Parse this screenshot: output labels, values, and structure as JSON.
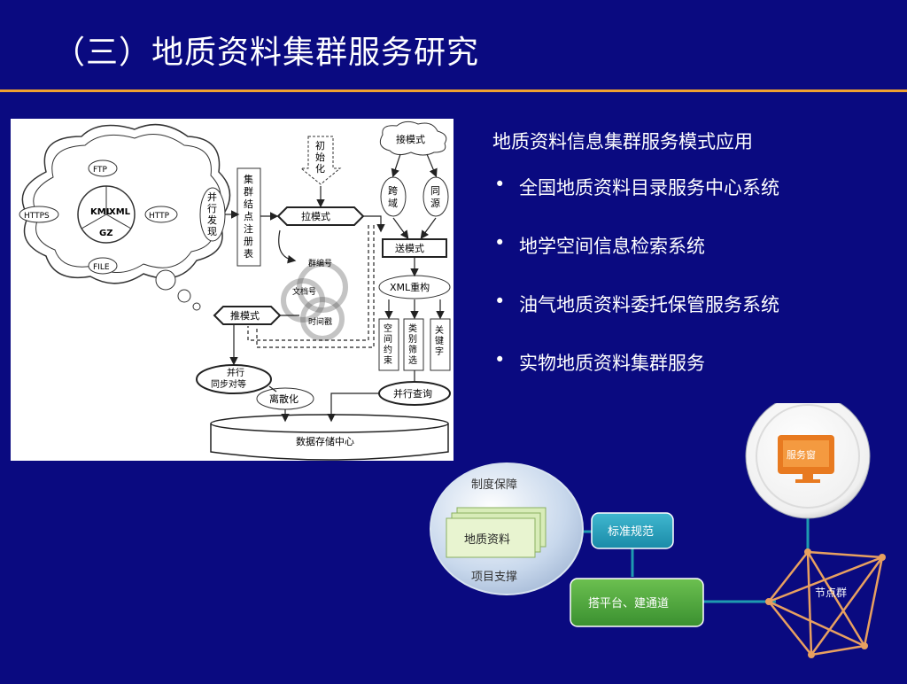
{
  "slide": {
    "title": "（三）地质资料集群服务研究"
  },
  "bullets": {
    "heading": "地质资料信息集群服务模式应用",
    "items": [
      "全国地质资料目录服务中心系统",
      "地学空间信息检索系统",
      "油气地质资料委托保管服务系统",
      "实物地质资料集群服务"
    ],
    "bullet_char": "•"
  },
  "left_diagram": {
    "cloud_protocols": [
      "FTP",
      "HTTPS",
      "HTTP",
      "FILE"
    ],
    "cloud_formats": [
      "KML",
      "XML",
      "GZ"
    ],
    "parallel_discovery": "并行发现",
    "cluster_register": "集群结点注册表",
    "init": "初始化",
    "pull_mode": "拉模式",
    "push_mode": "推模式",
    "receive_mode": "接模式",
    "send_mode": "送模式",
    "cross_domain": "跨域",
    "same_source": "同源",
    "xml_rebuild": "XML重构",
    "filters": [
      "空间约束",
      "类别筛选",
      "关键字"
    ],
    "parallel_query": "并行查询",
    "sync": "并行同步对等",
    "discrete": "离散化",
    "cycle": [
      "群编号",
      "文档号",
      "时间戳"
    ],
    "storage": "数据存储中心"
  },
  "bottom_diagram": {
    "system_guarantee": "制度保障",
    "geo_data": "地质资料",
    "project_support": "项目支撑",
    "standards": "标准规范",
    "platform": "搭平台、建通道",
    "service_window": "服务窗",
    "node_cluster": "节点群"
  },
  "colors": {
    "background": "#0a0a80",
    "title_rule": "#f0a030",
    "teal": "#1e9ab0",
    "green": "#4aa43a",
    "orange": "#e87a20",
    "node_line": "#e8a060"
  }
}
